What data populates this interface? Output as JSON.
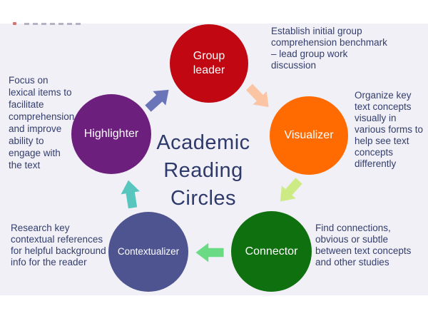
{
  "colors": {
    "slide_bg": "#f1f0f6",
    "page_bg": "#ffffff",
    "body_text": "#333e6d",
    "title_text": "#2e3a6b",
    "circle_label": "#ffffff"
  },
  "title": {
    "lines": [
      "Academic",
      "Reading",
      "Circles"
    ]
  },
  "circles": [
    {
      "name": "group-leader",
      "label_lines": [
        "Group",
        "leader"
      ],
      "label": "Group leader",
      "color": "#c00712"
    },
    {
      "name": "visualizer",
      "label": "Visualizer",
      "color": "#ff6b00"
    },
    {
      "name": "connector",
      "label": "Connector",
      "color": "#0f700f"
    },
    {
      "name": "contextualizer",
      "label": "Contextualizer",
      "color": "#4e5490"
    },
    {
      "name": "highlighter",
      "label": "Highlighter",
      "color": "#6d1f7e"
    }
  ],
  "annotations": {
    "group_leader": {
      "lines": [
        "Establish initial group",
        "comprehension benchmark",
        "– lead group work",
        "discussion"
      ]
    },
    "visualizer": {
      "lines": [
        "Organize key",
        "text concepts",
        "visually in",
        "various forms to",
        "help see text",
        "concepts",
        "differently"
      ]
    },
    "connector": {
      "lines": [
        "Find connections,",
        "obvious or subtle",
        "between text concepts",
        "and other studies"
      ]
    },
    "contextualizer": {
      "lines": [
        "Research key",
        "contextual references",
        "for helpful background",
        "info for the reader"
      ]
    },
    "highlighter": {
      "lines": [
        "Focus on",
        "lexical items to",
        "facilitate",
        "comprehension",
        "and improve",
        "ability to",
        "engage with",
        "the text"
      ]
    }
  },
  "arrows": [
    {
      "name": "highlighter-to-group-leader",
      "direction": "up-right",
      "color": "#6a74b8"
    },
    {
      "name": "group-leader-to-visualizer",
      "direction": "down-right",
      "color": "#fbc5a4"
    },
    {
      "name": "visualizer-to-connector",
      "direction": "down-left",
      "color": "#cdeb85"
    },
    {
      "name": "connector-to-contextualizer",
      "direction": "left",
      "color": "#6adb84"
    },
    {
      "name": "contextualizer-to-highlighter",
      "direction": "up",
      "color": "#56c6be"
    }
  ]
}
